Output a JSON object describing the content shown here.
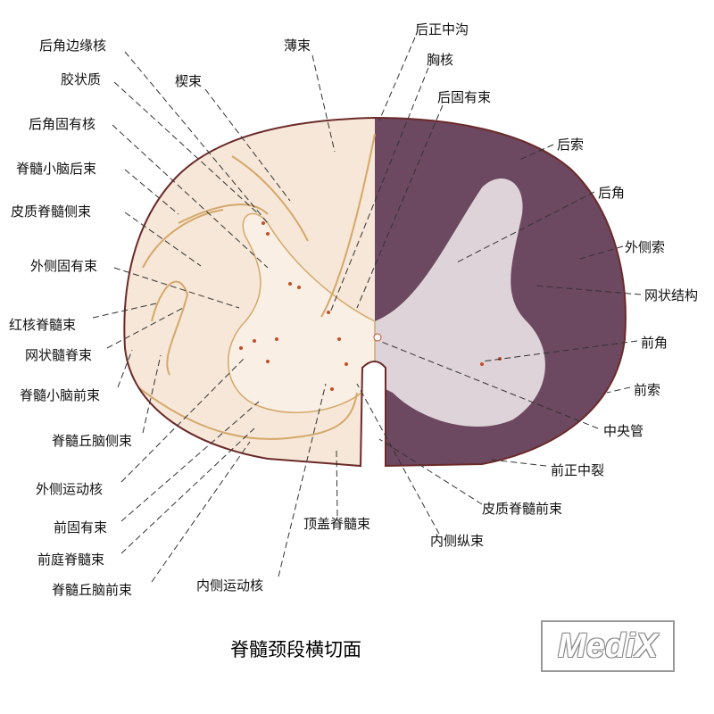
{
  "title": "脊髓颈段横切面",
  "logo": "MediX",
  "colors": {
    "white_matter_left": "#f6e7d8",
    "white_matter_right": "#6c4960",
    "gray_matter_right": "#ddd3d8",
    "outline": "#6b2a2a",
    "tract_lines": "#d4a86a",
    "nuclei": "#c0502a"
  },
  "labels": {
    "hj_bianyuan": "后角边缘核",
    "jiaozhuang": "胶状质",
    "hj_guyou": "后角固有核",
    "jsxn_hou": "脊髓小脑后束",
    "pzjs_ce": "皮质脊髓侧束",
    "wc_guyou": "外侧固有束",
    "hh_js": "红核脊髓束",
    "wz_js": "网状髓脊束",
    "jsxn_qian": "脊髓小脑前束",
    "jsqn_ce": "脊髓丘脑侧束",
    "wc_yd": "外侧运动核",
    "q_guyou": "前固有束",
    "qt_js": "前庭脊髓束",
    "jsqn_qian": "脊髓丘脑前束",
    "nc_yd": "内侧运动核",
    "dg_js": "顶盖脊髓束",
    "nc_zong": "内侧纵束",
    "pzjs_qian": "皮质脊髓前束",
    "qzl": "前正中裂",
    "zyg": "中央管",
    "qs": "前索",
    "qj": "前角",
    "wzjg": "网状结构",
    "wcs": "外侧索",
    "hj": "后角",
    "hs": "后索",
    "h_guyou": "后固有束",
    "xh": "胸核",
    "hzzg": "后正中沟",
    "bs": "薄束",
    "xs": "楔束"
  }
}
